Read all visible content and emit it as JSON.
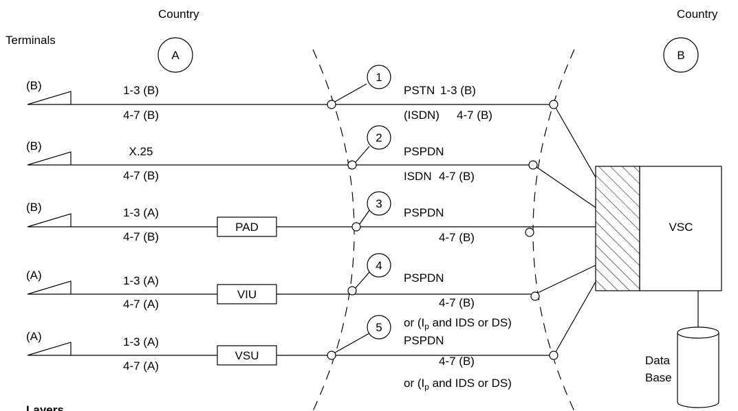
{
  "header": {
    "country_left": "Country",
    "country_right": "Country",
    "terminals": "Terminals",
    "country_a": "A",
    "country_b": "B"
  },
  "rows": [
    {
      "terminal": "(B)",
      "upper": "1-3 (B)",
      "lower": "4-7 (B)",
      "box": null,
      "num": "1",
      "net_upper": "PSTN",
      "net_upper2": "1-3 (B)",
      "net_lower_a": "(ISDN)",
      "net_lower_b": "4-7 (B)",
      "extra": ""
    },
    {
      "terminal": "(B)",
      "upper": "X.25",
      "lower": "4-7 (B)",
      "box": null,
      "num": "2",
      "net_upper": "PSPDN",
      "net_upper2": "",
      "net_lower_a": "ISDN",
      "net_lower_b": "4-7 (B)",
      "extra": ""
    },
    {
      "terminal": "(B)",
      "upper": "1-3 (A)",
      "lower": "4-7 (B)",
      "box": "PAD",
      "num": "3",
      "net_upper": "PSPDN",
      "net_upper2": "",
      "net_lower_a": "",
      "net_lower_b": "4-7 (B)",
      "extra": ""
    },
    {
      "terminal": "(A)",
      "upper": "1-3 (A)",
      "lower": "4-7 (A)",
      "box": "VIU",
      "num": "4",
      "net_upper": "PSPDN",
      "net_upper2": "",
      "net_lower_a": "",
      "net_lower_b": "4-7 (B)",
      "extra": "or (Ip and IDS or DS)"
    },
    {
      "terminal": "(A)",
      "upper": "1-3 (A)",
      "lower": "4-7 (A)",
      "box": "VSU",
      "num": "5",
      "net_upper": "PSPDN",
      "net_upper2": "",
      "net_lower_a": "",
      "net_lower_b": "4-7 (B)",
      "extra": "or (Ip and IDS or DS)"
    }
  ],
  "vsc_label": "VSC",
  "database": {
    "line1": "Data",
    "line2": "Base"
  },
  "footer": {
    "layers": "Layers"
  }
}
